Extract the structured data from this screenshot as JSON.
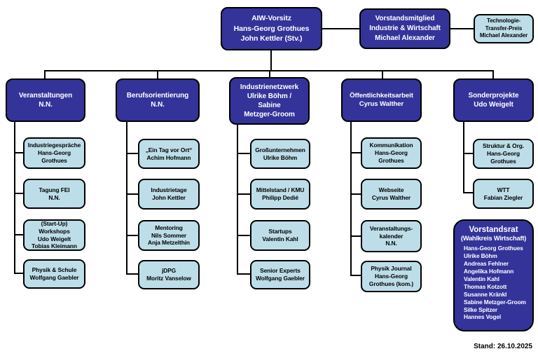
{
  "colors": {
    "dark_blue": "#333399",
    "light_blue": "#BDDEE9",
    "line": "#000000",
    "text_on_dark": "#ffffff",
    "text_on_light": "#000000"
  },
  "top": {
    "aiw": "AIW-Vorsitz\nHans-Georg Grothues\nJohn Kettler (Stv.)",
    "vorstandsmitglied": "Vorstandsmitglied\nIndustrie & Wirtschaft\nMichael Alexander",
    "technologie_transfer": "Technologie-\nTransfer-Preis\nMichael Alexander"
  },
  "columns": [
    {
      "header": "Veranstaltungen\nN.N.",
      "items": [
        "Industriegespräche\nHans-Georg\nGrothues",
        "Tagung FEI\nN.N.",
        "(Start-Up)\nWorkshops\nUdo Weigelt\nTobias Kleimann",
        "Physik & Schule\nWolfgang Gaebler"
      ]
    },
    {
      "header": "Berufsorientierung\nN.N.",
      "items": [
        "„Ein Tag vor Ort“\nAchim Hofmann",
        "Industrietage\nJohn Kettler",
        "Mentoring\nNils Sommer\nAnja Metzelthin",
        "jDPG\nMoritz Vanselow"
      ]
    },
    {
      "header": "Industrienetzwerk\nUlrike Böhm /\nSabine\nMetzger-Groom",
      "items": [
        "Großunternehmen\nUlrike Böhm",
        "Mittelstand / KMU\nPhilipp Dedié",
        "Startups\nValentin Kahl",
        "Senior Experts\nWolfgang Gaebler"
      ]
    },
    {
      "header": "Öffentlichkeitsarbeit\nCyrus Walther",
      "items": [
        "Kommunikation\nHans-Georg\nGrothues",
        "Webseite\nCyrus Walther",
        "Veranstaltungs-\nkalender\nN.N.",
        "Physik Journal\nHans-Georg\nGrothues (kom.)"
      ]
    },
    {
      "header": "Sonderprojekte\nUdo Weigelt",
      "items": [
        "Struktur & Org.\nHans-Georg\nGrothues",
        "WTT\nFabian Ziegler"
      ]
    }
  ],
  "vorstandsrat": {
    "title": "Vorstandsrat",
    "subtitle": "(Wahlkreis Wirtschaft)",
    "members": [
      "Hans-Georg Grothues",
      "Ulrike Böhm",
      "Andreas Fehlner",
      "Angelika Hofmann",
      "Valentin Kahl",
      "Thomas Kotzott",
      "Susanne Kränkl",
      "Sabine Metzger-Groom",
      "Silke Spitzer",
      "Hannes Vogel"
    ]
  },
  "footer": {
    "stand": "Stand: 26.10.2025"
  }
}
